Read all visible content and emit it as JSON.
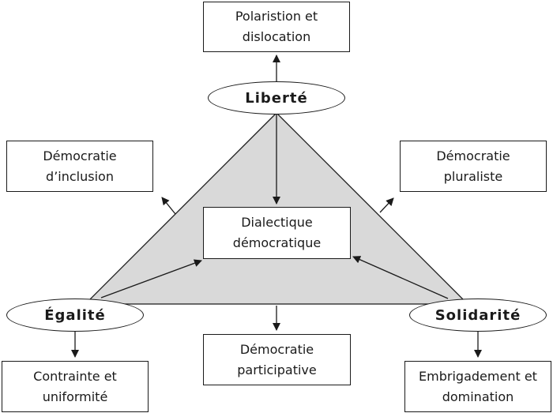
{
  "colors": {
    "triangle_fill": "#d9d9d9",
    "stroke": "#1a1a1a",
    "box_fill": "#ffffff"
  },
  "nodes": {
    "liberte": "Liberté",
    "egalite": "Égalité",
    "solidarite": "Solidarité"
  },
  "boxes": {
    "top": [
      "Polaristion et",
      "dislocation"
    ],
    "left_mid": [
      "Démocratie",
      "d’inclusion"
    ],
    "right_mid": [
      "Démocratie",
      "pluraliste"
    ],
    "center": [
      "Dialectique",
      "démocratique"
    ],
    "bottom_mid": [
      "Démocratie",
      "participative"
    ],
    "bottom_left": [
      "Contrainte et",
      "uniformité"
    ],
    "bottom_right": [
      "Embrigadement et",
      "domination"
    ]
  }
}
